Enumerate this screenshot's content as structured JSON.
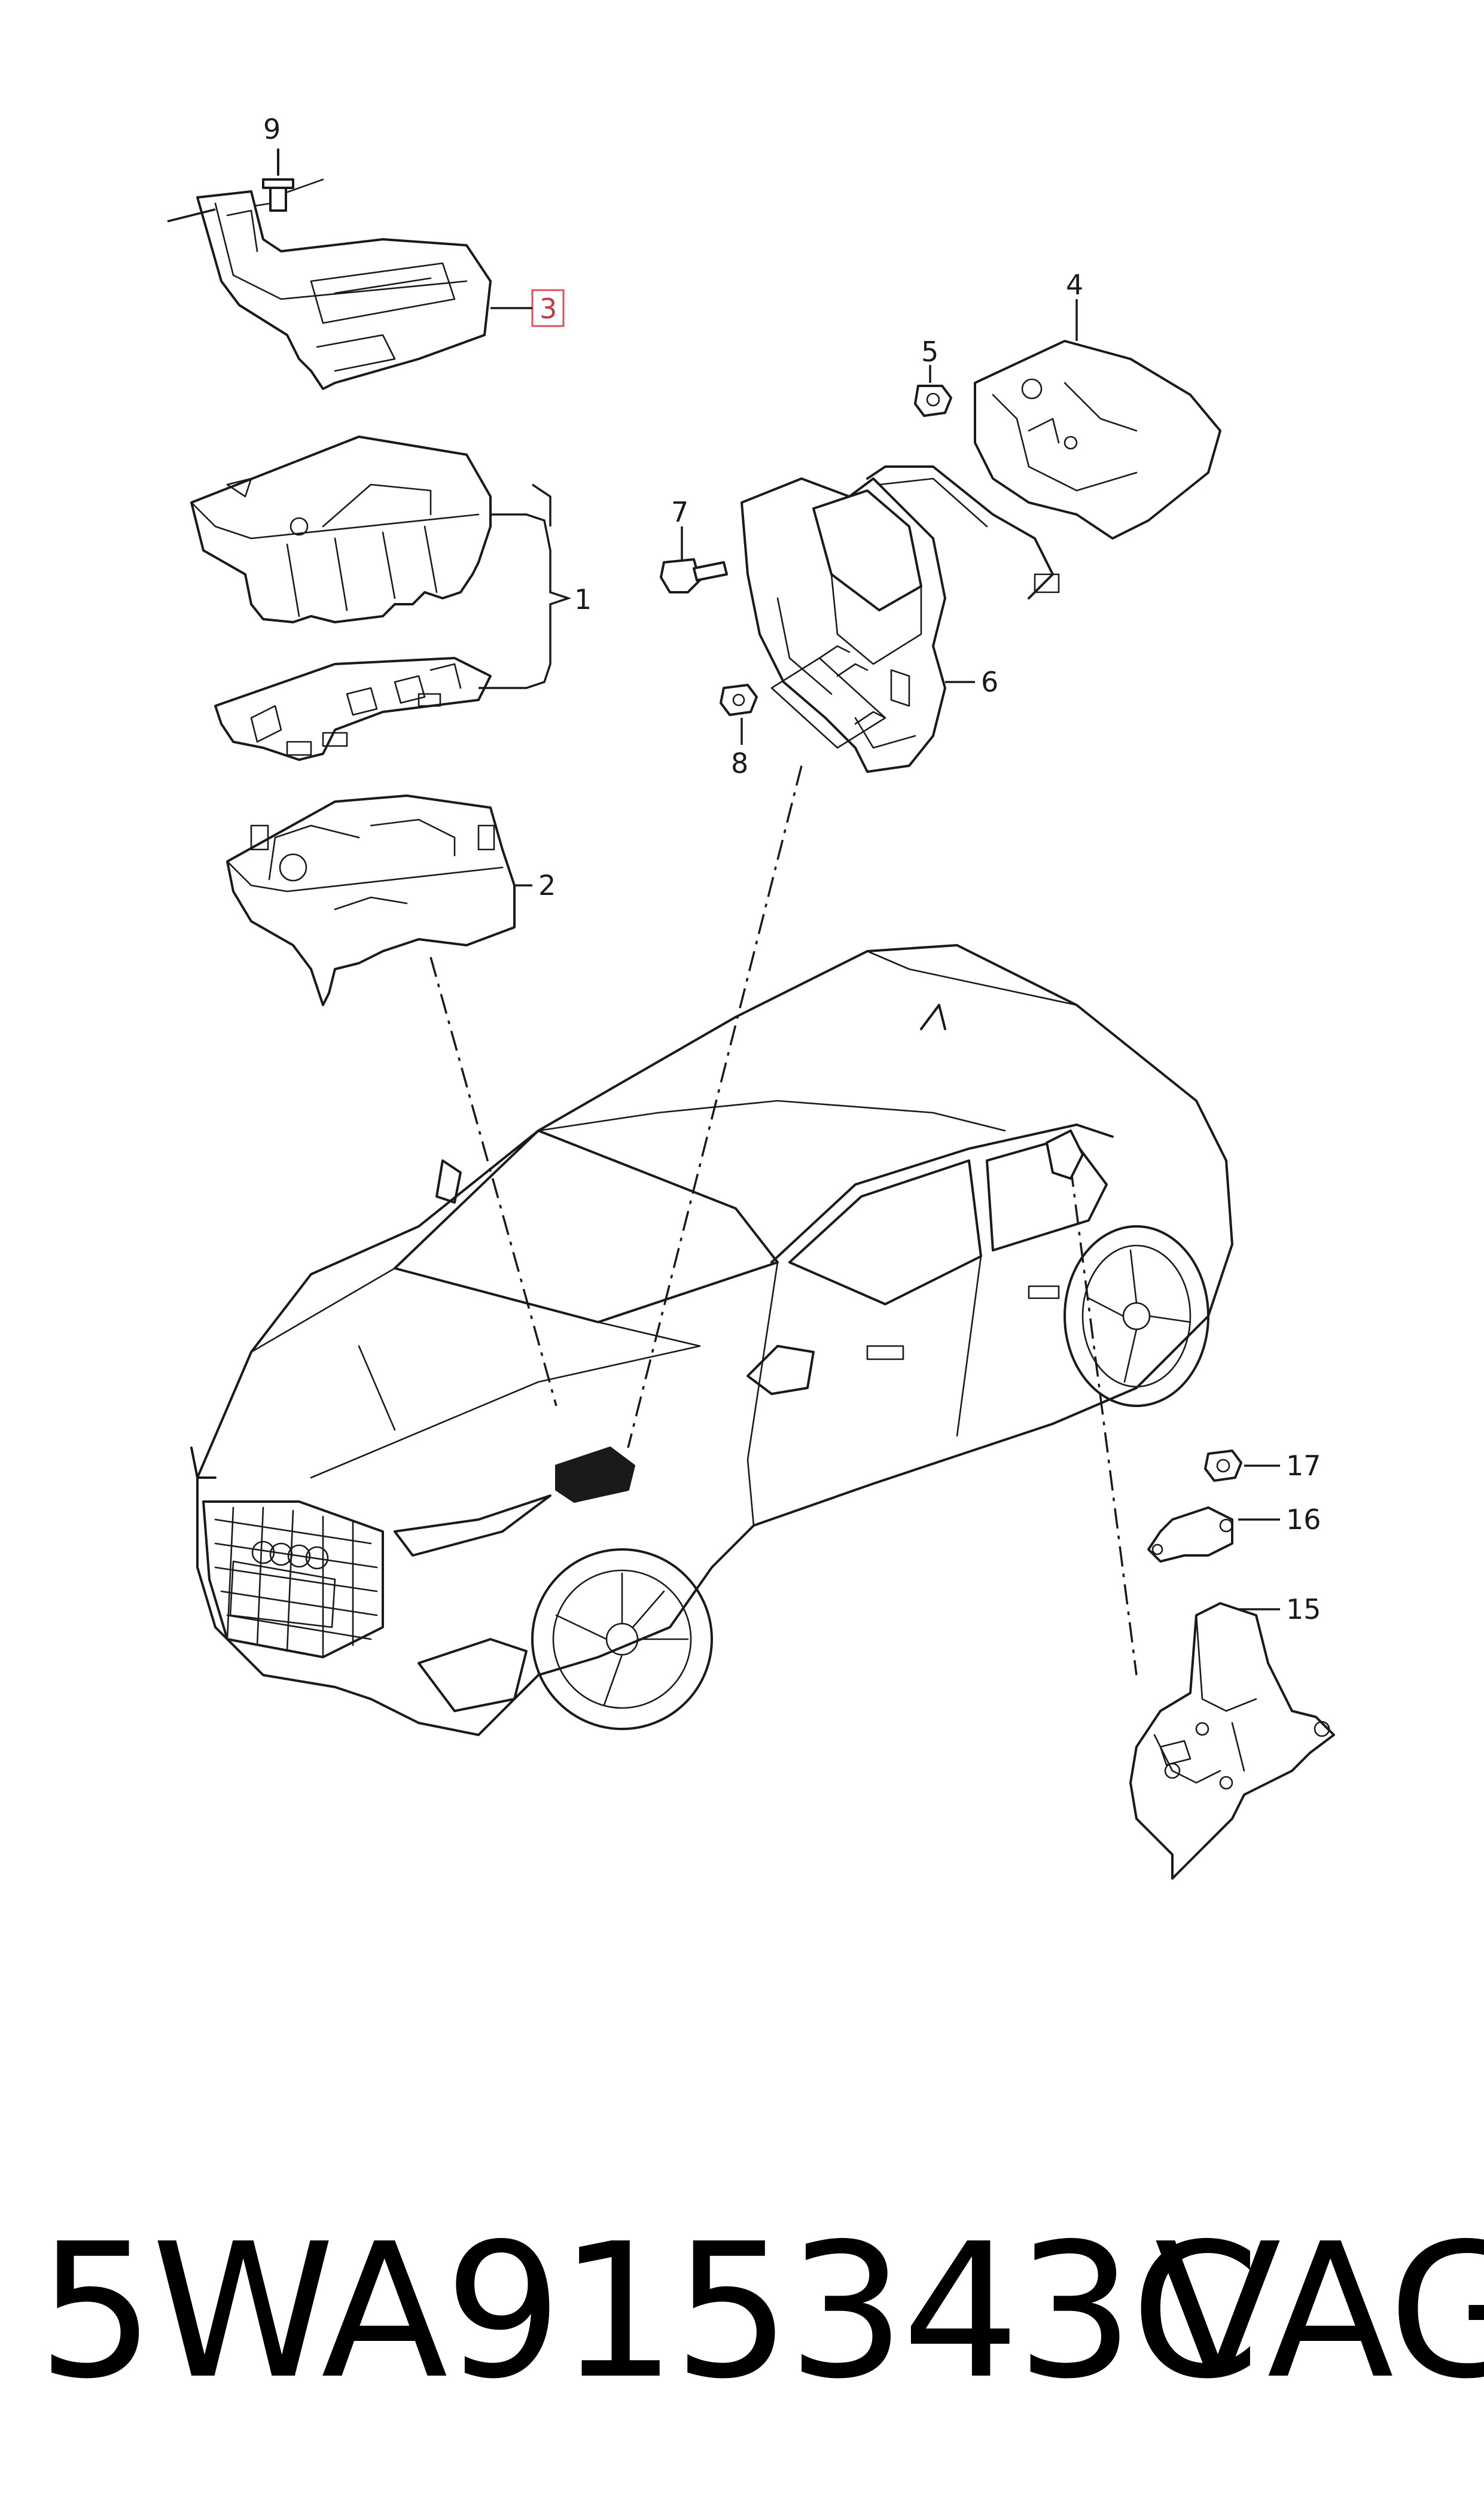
{
  "diagram": {
    "callouts": [
      "1",
      "2",
      "3",
      "4",
      "5",
      "6",
      "7",
      "8",
      "9",
      "15",
      "16",
      "17"
    ],
    "highlighted_callout": "3"
  },
  "footer": {
    "part_number": "5WA915343C",
    "brand": "VAG"
  }
}
